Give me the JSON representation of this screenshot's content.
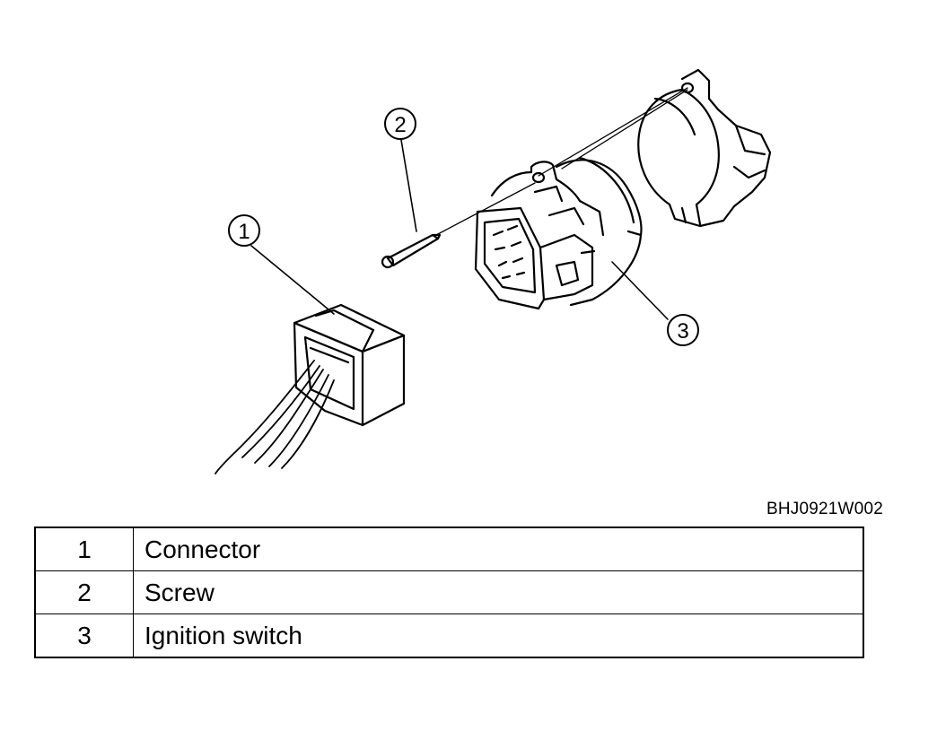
{
  "figure": {
    "code": "BHJ0921W002",
    "callouts": [
      {
        "number": "1",
        "part": "connector"
      },
      {
        "number": "2",
        "part": "screw"
      },
      {
        "number": "3",
        "part": "ignition-switch"
      }
    ]
  },
  "legend": {
    "rows": [
      {
        "number": "1",
        "label": "Connector"
      },
      {
        "number": "2",
        "label": "Screw"
      },
      {
        "number": "3",
        "label": "Ignition switch"
      }
    ]
  }
}
